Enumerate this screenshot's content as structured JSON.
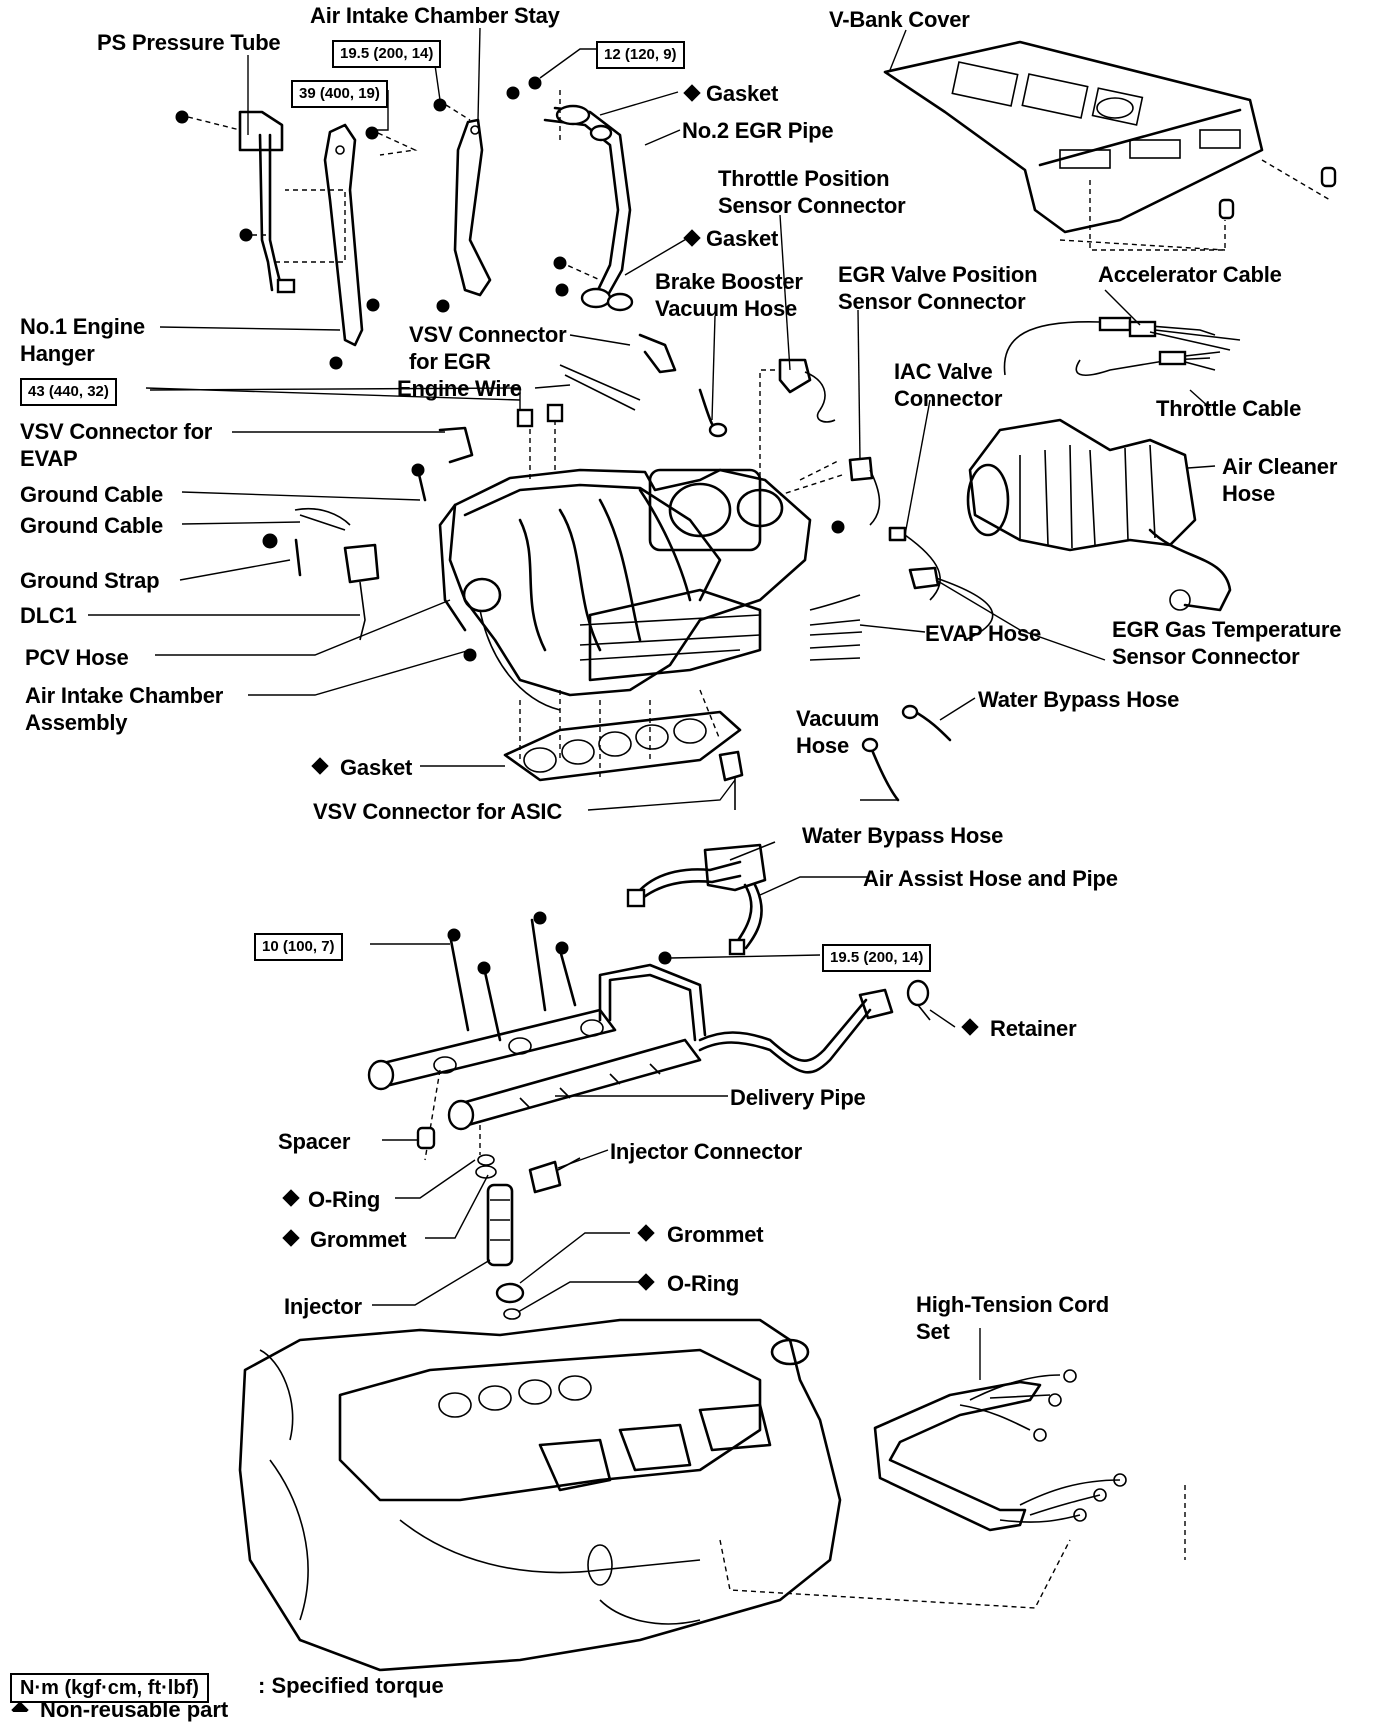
{
  "labels": {
    "ps_pressure_tube": "PS Pressure Tube",
    "air_intake_chamber_stay": "Air Intake Chamber Stay",
    "v_bank_cover": "V-Bank Cover",
    "gasket_top": "Gasket",
    "no2_egr_pipe": "No.2 EGR Pipe",
    "throttle_position_sensor_connector": "Throttle Position\nSensor Connector",
    "gasket_mid": "Gasket",
    "brake_booster_vacuum_hose": "Brake Booster\nVacuum Hose",
    "egr_valve_position_sensor_connector": "EGR Valve Position\nSensor Connector",
    "accelerator_cable": "Accelerator Cable",
    "no1_engine_hanger": "No.1 Engine\nHanger",
    "vsv_connector_for_egr": "VSV Connector\nfor EGR",
    "engine_wire": "Engine Wire",
    "iac_valve_connector": "IAC Valve\nConnector",
    "throttle_cable": "Throttle Cable",
    "vsv_connector_for_evap": "VSV Connector for\nEVAP",
    "ground_cable_1": "Ground Cable",
    "ground_cable_2": "Ground Cable",
    "air_cleaner_hose": "Air Cleaner\nHose",
    "ground_strap": "Ground Strap",
    "dlc1": "DLC1",
    "evap_hose": "EVAP Hose",
    "egr_gas_temperature_sensor_connector": "EGR Gas Temperature\nSensor Connector",
    "pcv_hose": "PCV Hose",
    "air_intake_chamber_assembly": "Air Intake Chamber\nAssembly",
    "vacuum_hose": "Vacuum\nHose",
    "water_bypass_hose_1": "Water Bypass Hose",
    "gasket_bottom": "Gasket",
    "vsv_connector_for_asic": "VSV Connector for ASIC",
    "water_bypass_hose_2": "Water Bypass Hose",
    "air_assist_hose_and_pipe": "Air Assist Hose and Pipe",
    "retainer": "Retainer",
    "delivery_pipe": "Delivery Pipe",
    "spacer": "Spacer",
    "injector_connector": "Injector Connector",
    "o_ring_left": "O-Ring",
    "grommet_left": "Grommet",
    "grommet_right": "Grommet",
    "o_ring_right": "O-Ring",
    "injector": "Injector",
    "high_tension_cord_set": "High-Tension Cord\nSet"
  },
  "torque_specs": {
    "t_19_5_top": "19.5 (200, 14)",
    "t_12": "12 (120, 9)",
    "t_39": "39 (400, 19)",
    "t_43": "43 (440, 32)",
    "t_10": "10 (100, 7)",
    "t_19_5_bottom": "19.5 (200, 14)"
  },
  "legend": {
    "torque_box": "N·m (kgf·cm, ft·lbf)",
    "torque_desc": ": Specified torque",
    "non_reusable": "Non-reusable part"
  }
}
